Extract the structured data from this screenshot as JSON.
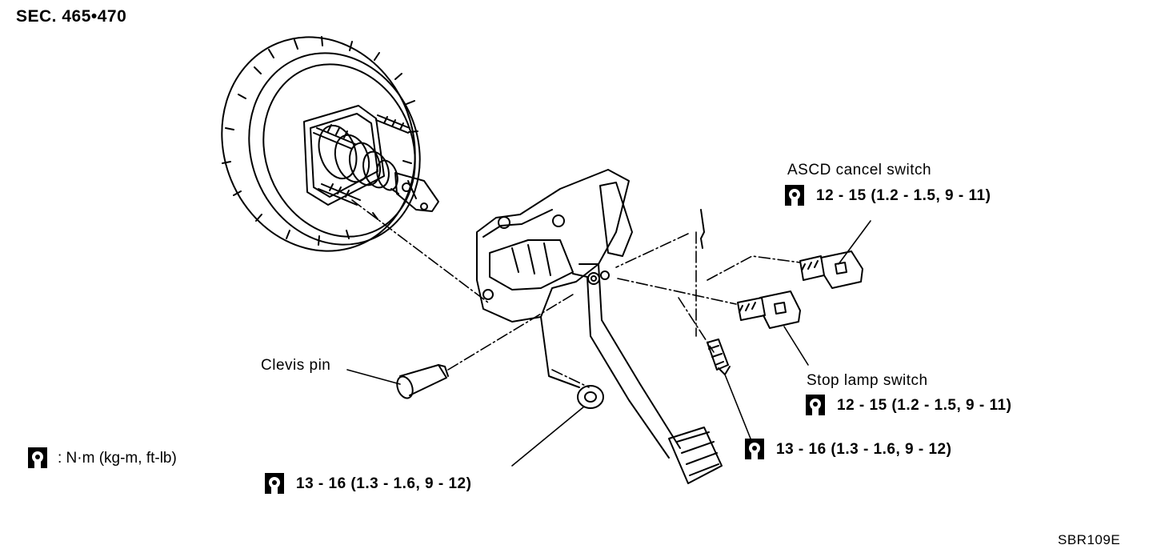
{
  "section": "SEC. 465•470",
  "labels": {
    "ascd_cancel_switch": "ASCD cancel switch",
    "stop_lamp_switch": "Stop lamp switch",
    "clevis_pin": "Clevis pin"
  },
  "torques": {
    "ascd": "12 - 15 (1.2 - 1.5, 9 - 11)",
    "stop_lamp": "12 - 15 (1.2 - 1.5, 9 - 11)",
    "pedal_bolt": "13 - 16 (1.3 - 1.6, 9 - 12)",
    "clevis_nut": "13 - 16 (1.3 - 1.6, 9 - 12)"
  },
  "legend": ": N·m (kg-m, ft-lb)",
  "figure_code": "SBR109E",
  "icons": {
    "torque": "torque-wrench-icon"
  }
}
